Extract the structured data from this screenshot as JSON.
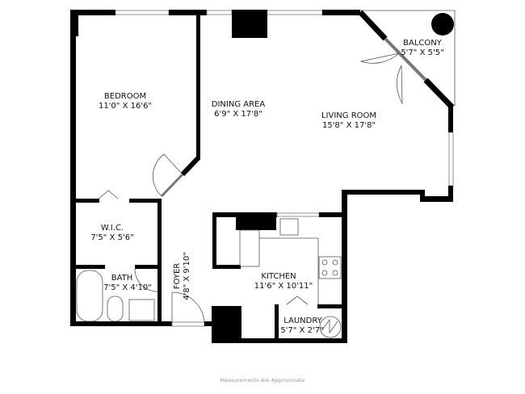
{
  "rooms": {
    "bedroom": {
      "name": "BEDROOM",
      "size": "11'0\" X 16'6\""
    },
    "dining": {
      "name": "DINING AREA",
      "size": "6'9\" X 17'8\""
    },
    "living": {
      "name": "LIVING ROOM",
      "size": "15'8\" X 17'8\""
    },
    "balcony": {
      "name": "BALCONY",
      "size": "5'7\" X 5'5\""
    },
    "wic": {
      "name": "W.I.C.",
      "size": "7'5\" X 5'6\""
    },
    "bath": {
      "name": "BATH",
      "size": "7'5\" X 4'10\""
    },
    "foyer": {
      "name": "FOYER",
      "size": "4'8\" X 9'10\""
    },
    "kitchen": {
      "name": "KITCHEN",
      "size": "11'6\" X 10'11\""
    },
    "laundry": {
      "name": "LAUNDRY",
      "size": "5'7\" X 2'7\""
    }
  },
  "footer_note": "Measurements Are Approximate"
}
